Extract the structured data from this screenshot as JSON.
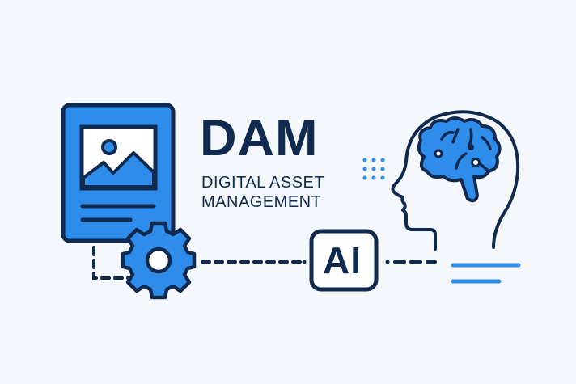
{
  "heading": {
    "title": "DAM",
    "subtitle_line1": "DIGITAL ASSET",
    "subtitle_line2": "MANAGEMENT"
  },
  "ai_badge": {
    "label": "AI"
  },
  "icons": {
    "document": "image-document-icon",
    "gear": "gear-icon",
    "head": "human-head-icon",
    "brain": "brain-icon",
    "dots": "dot-grid-icon",
    "lines": "text-lines-icon"
  },
  "colors": {
    "background": "#f4f7fb",
    "navy": "#0f2a4e",
    "accent_blue": "#2e8ceb",
    "white": "#ffffff"
  }
}
